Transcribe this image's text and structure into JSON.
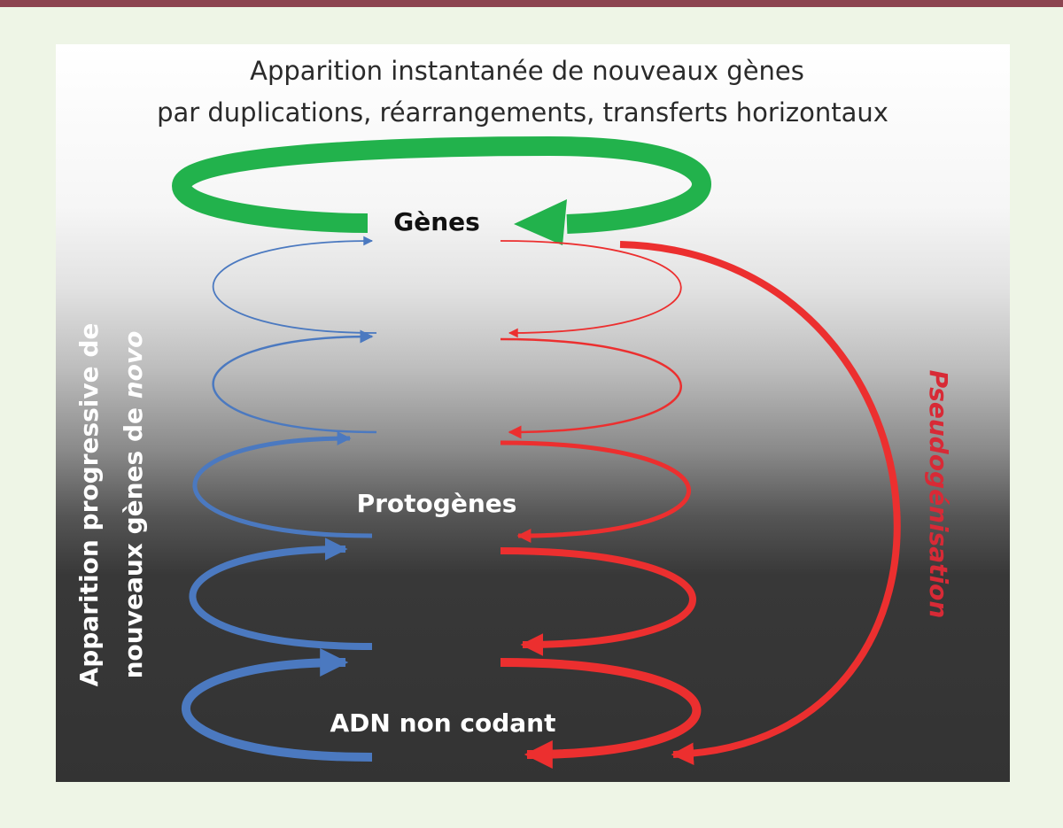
{
  "title": {
    "line1": "Apparition instantanée de nouveaux gènes",
    "line2": "par duplications, réarrangements, transferts horizontaux"
  },
  "labels": {
    "genes": "Gènes",
    "protogenes": "Protogènes",
    "adn_non_codant": "ADN non codant"
  },
  "left_axis": {
    "line1": "Apparition progressive de",
    "line2_prefix": "nouveaux gènes de ",
    "line2_italic": "novo"
  },
  "right_axis": {
    "label": "Pseudogénisation"
  },
  "colors": {
    "header_bar": "#8c4450",
    "background": "#eef5e6",
    "green": "#22b24c",
    "blue": "#4b79c0",
    "red": "#ec2f2f"
  }
}
